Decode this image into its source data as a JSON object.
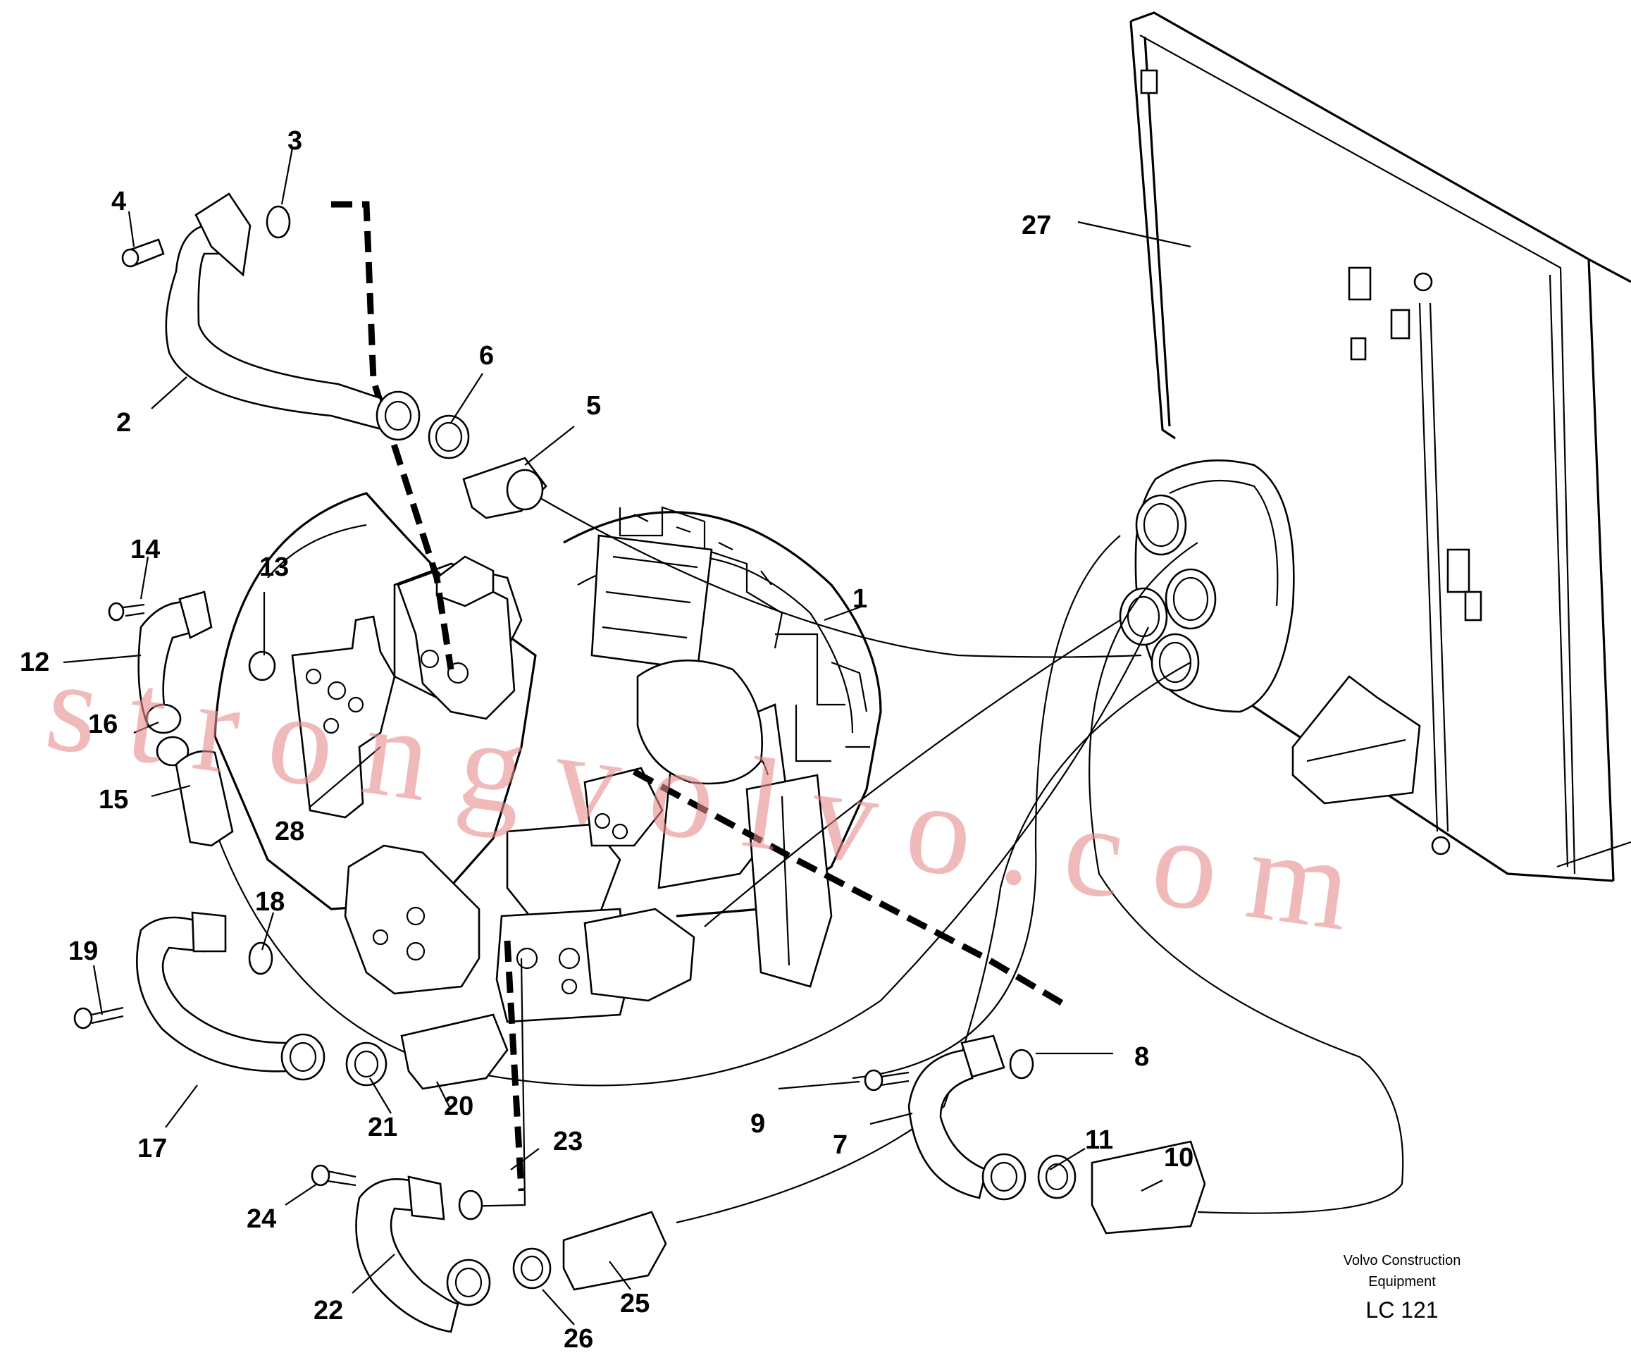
{
  "callouts": [
    {
      "n": "1"
    },
    {
      "n": "2"
    },
    {
      "n": "3"
    },
    {
      "n": "4"
    },
    {
      "n": "5"
    },
    {
      "n": "6"
    },
    {
      "n": "7"
    },
    {
      "n": "8"
    },
    {
      "n": "9"
    },
    {
      "n": "10"
    },
    {
      "n": "11"
    },
    {
      "n": "12"
    },
    {
      "n": "13"
    },
    {
      "n": "14"
    },
    {
      "n": "15"
    },
    {
      "n": "16"
    },
    {
      "n": "17"
    },
    {
      "n": "18"
    },
    {
      "n": "19"
    },
    {
      "n": "20"
    },
    {
      "n": "21"
    },
    {
      "n": "22"
    },
    {
      "n": "23"
    },
    {
      "n": "24"
    },
    {
      "n": "25"
    },
    {
      "n": "26"
    },
    {
      "n": "27"
    },
    {
      "n": "28"
    }
  ],
  "caption": {
    "line1": "Volvo Construction",
    "line2": "Equipment",
    "code": "LC 121"
  },
  "watermark": "strongvolvo.com",
  "colors": {
    "line": "#000000",
    "watermark": "#e88c8c",
    "background": "#ffffff"
  }
}
